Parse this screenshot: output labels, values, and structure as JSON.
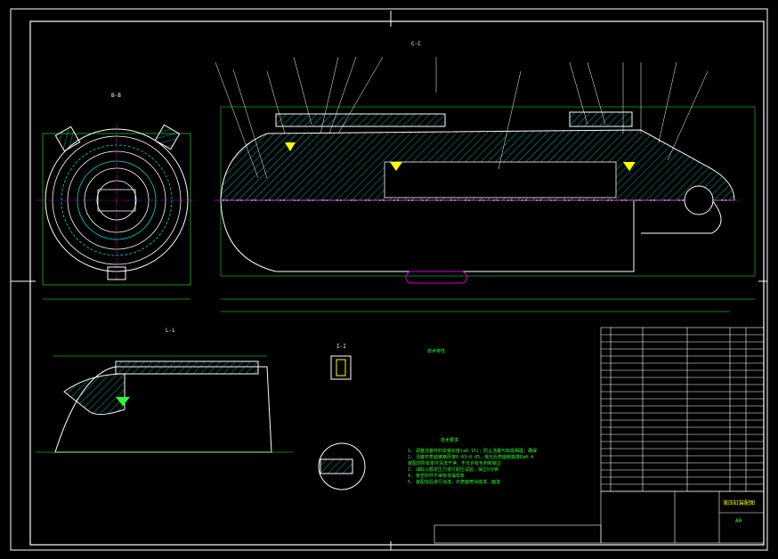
{
  "drawing": {
    "section_labels": {
      "top": "C-C",
      "left": "B-B",
      "lower_left": "L-L",
      "small": "I-I"
    },
    "notes_green": [
      "1. 调整活塞杆的安装长度(±0.15)，防止活塞与缸底相碰，确保",
      "2. 活塞杆表面镀铬厚度0.03~0.05，抛光后表面粗糙度Ra0.4",
      "   装配前所有零件清洗干净，不允许有毛刺和锐边",
      "3. 油缸以额定压力进行耐压试验，保压5分钟",
      "4. 各密封件不得有渗漏现象",
      "5. 装配完后进行涂漆，外表面喷涂底漆、面漆"
    ],
    "tech_title": "技术特性",
    "req_title": "技术要求",
    "title_block": {
      "name": "液压缸装配图",
      "sheet": "A0"
    }
  },
  "colors": {
    "background": "#000000",
    "outline": "#ffffff",
    "hatch": "#00d7d7",
    "dimension": "#2bff2b",
    "center": "#d400d4",
    "highlight": "#ffff00"
  }
}
